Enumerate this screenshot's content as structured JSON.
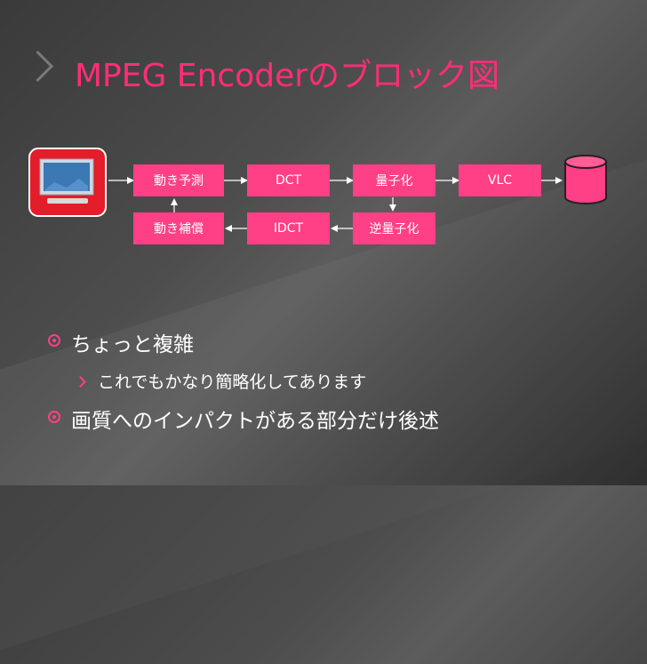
{
  "title": "MPEG Encoderのブロック図",
  "diagram": {
    "top_row": [
      "動き予測",
      "DCT",
      "量子化",
      "VLC"
    ],
    "bottom_row": [
      "動き補償",
      "IDCT",
      "逆量子化"
    ]
  },
  "bullets": {
    "b1": "ちょっと複雑",
    "b2": "これでもかなり簡略化してあります",
    "b3": "画質へのインパクトがある部分だけ後述"
  },
  "colors": {
    "accent": "#ff3f86",
    "title": "#ff2d77",
    "background": "#4a4a4a"
  }
}
